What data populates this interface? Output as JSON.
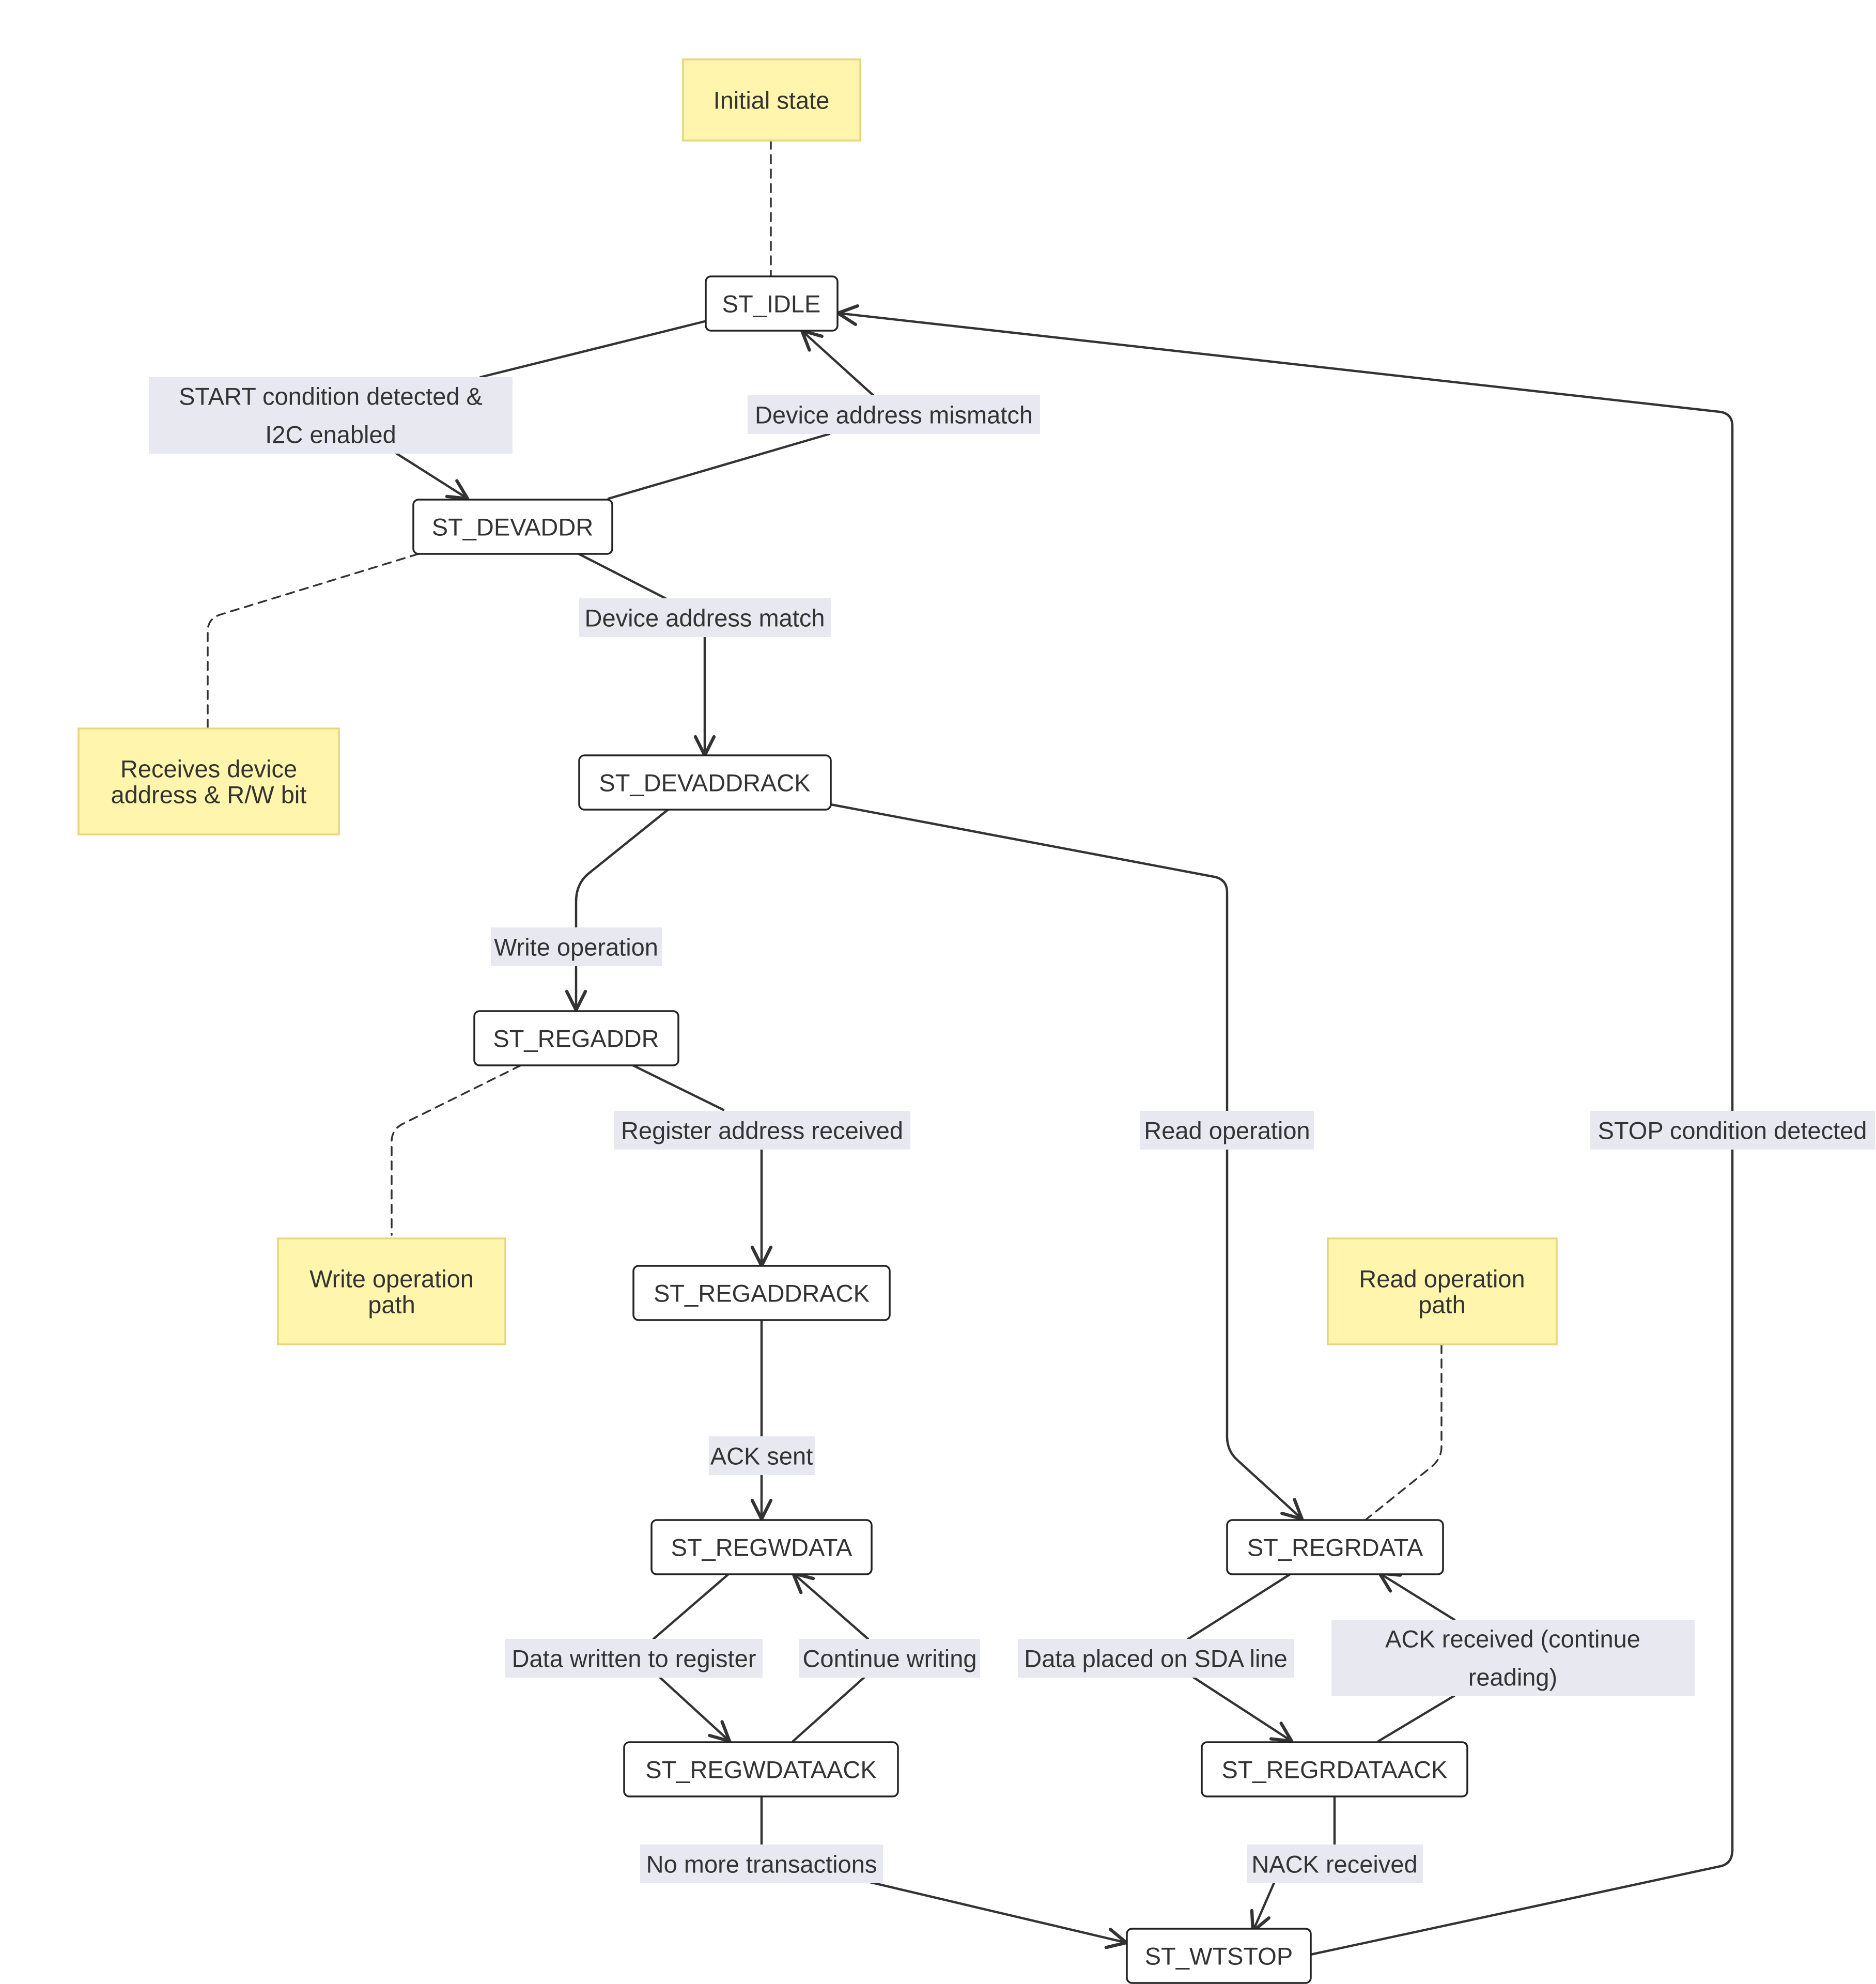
{
  "states": {
    "st_idle": "ST_IDLE",
    "st_devaddr": "ST_DEVADDR",
    "st_devaddrack": "ST_DEVADDRACK",
    "st_regaddr": "ST_REGADDR",
    "st_regaddrack": "ST_REGADDRACK",
    "st_regwdata": "ST_REGWDATA",
    "st_regwdataack": "ST_REGWDATAACK",
    "st_regrdata": "ST_REGRDATA",
    "st_regrdataack": "ST_REGRDATAACK",
    "st_wtstop": "ST_WTSTOP"
  },
  "notes": {
    "initial_state": [
      "Initial state"
    ],
    "devaddr_note": [
      "Receives device",
      "address & R/W bit"
    ],
    "write_path_note": [
      "Write operation",
      "path"
    ],
    "read_path_note": [
      "Read operation",
      "path"
    ]
  },
  "transitions": {
    "start_condition": [
      "START condition detected &",
      "I2C enabled"
    ],
    "device_address_mismatch": [
      "Device address mismatch"
    ],
    "device_address_match": [
      "Device address match"
    ],
    "write_operation": [
      "Write operation"
    ],
    "read_operation": [
      "Read operation"
    ],
    "register_address_received": [
      "Register address received"
    ],
    "ack_sent": [
      "ACK sent"
    ],
    "data_written_to_register": [
      "Data written to register"
    ],
    "continue_writing": [
      "Continue writing"
    ],
    "no_more_transactions": [
      "No more transactions"
    ],
    "data_placed_on_sda": [
      "Data placed on SDA line"
    ],
    "ack_received_continue": [
      "ACK received (continue",
      "reading)"
    ],
    "nack_received": [
      "NACK received"
    ],
    "stop_condition_detected": [
      "STOP condition detected"
    ]
  }
}
